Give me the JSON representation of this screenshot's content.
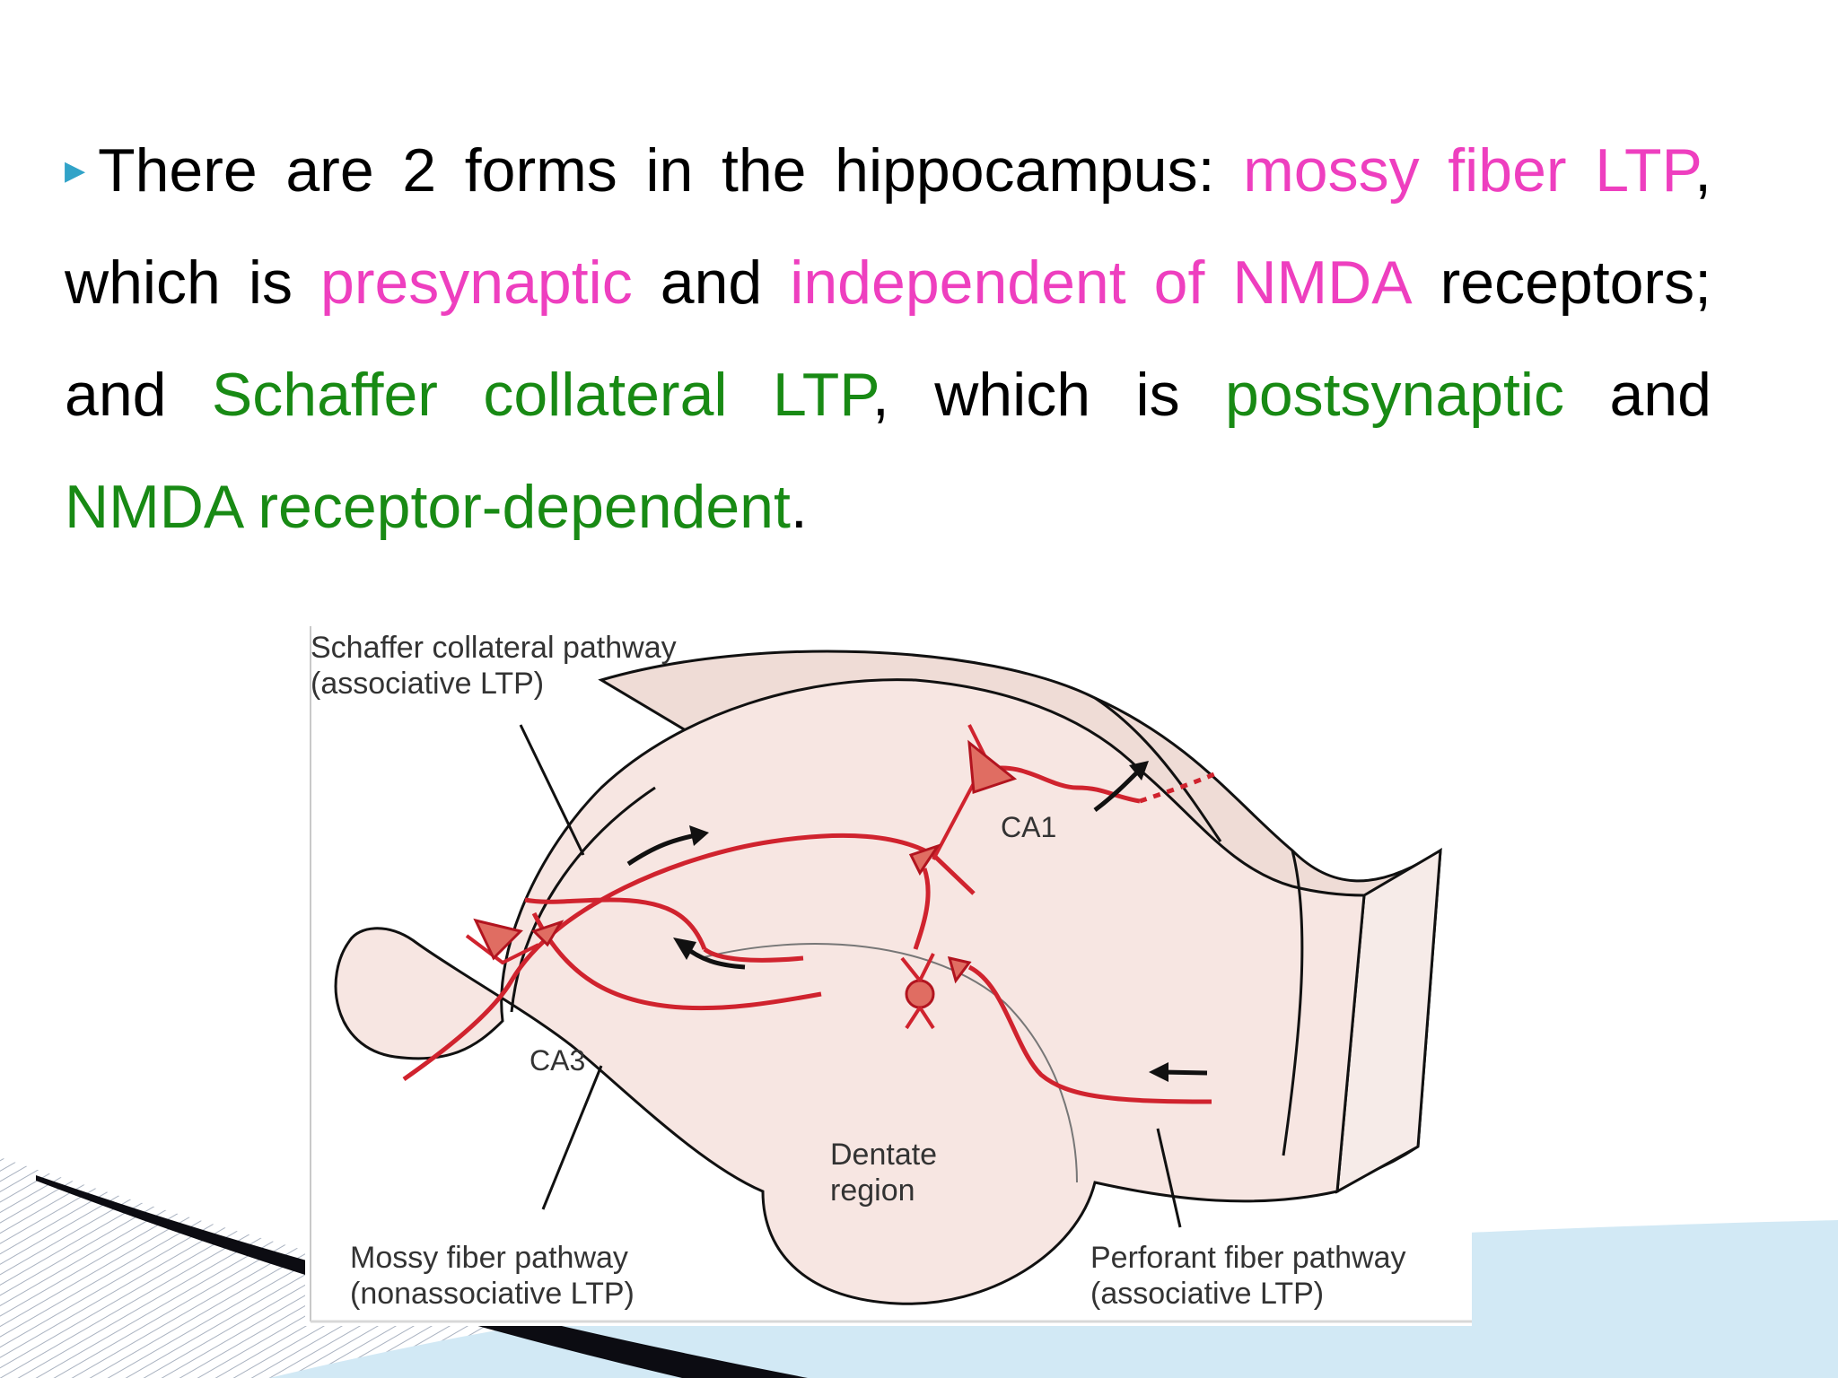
{
  "paragraph": {
    "bullet_icon": "triangle-bullet-icon",
    "line1": {
      "w1": "There",
      "w2": "are",
      "w3": "2",
      "w4": "forms",
      "w5": "in",
      "w6": "the",
      "w7": "hippocampus:",
      "w8": "mossy",
      "w9": "fiber",
      "w10": "LTP",
      "w10_punct": ","
    },
    "line2": {
      "w1": "which",
      "w2": "is",
      "w3": "presynaptic",
      "w4": "and",
      "w5": "independent",
      "w6": "of",
      "w7": "NMDA",
      "w8": "receptors;"
    },
    "line3": {
      "w1": "and",
      "w2": "Schaffer",
      "w3": "collateral",
      "w4": "LTP",
      "w4_punct": ",",
      "w5": "which",
      "w6": "is",
      "w7": "postsynaptic",
      "w8": "and"
    },
    "line4": {
      "w1": "NMDA receptor-dependent",
      "w1_punct": "."
    }
  },
  "colors": {
    "pink": "#ee3fbf",
    "green": "#188a14",
    "bullet": "#31a3c8",
    "pathway_red": "#d0232e",
    "tissue": "#f7e6e2"
  },
  "figure": {
    "schaffer_label_1": "Schaffer collateral pathway",
    "schaffer_label_2": "(associative LTP)",
    "ca1_label": "CA1",
    "ca3_label": "CA3",
    "dentate_label_1": "Dentate",
    "dentate_label_2": "region",
    "mossy_label_1": "Mossy fiber pathway",
    "mossy_label_2": "(nonassociative LTP)",
    "perforant_label_1": "Perforant fiber pathway",
    "perforant_label_2": "(associative LTP)"
  }
}
